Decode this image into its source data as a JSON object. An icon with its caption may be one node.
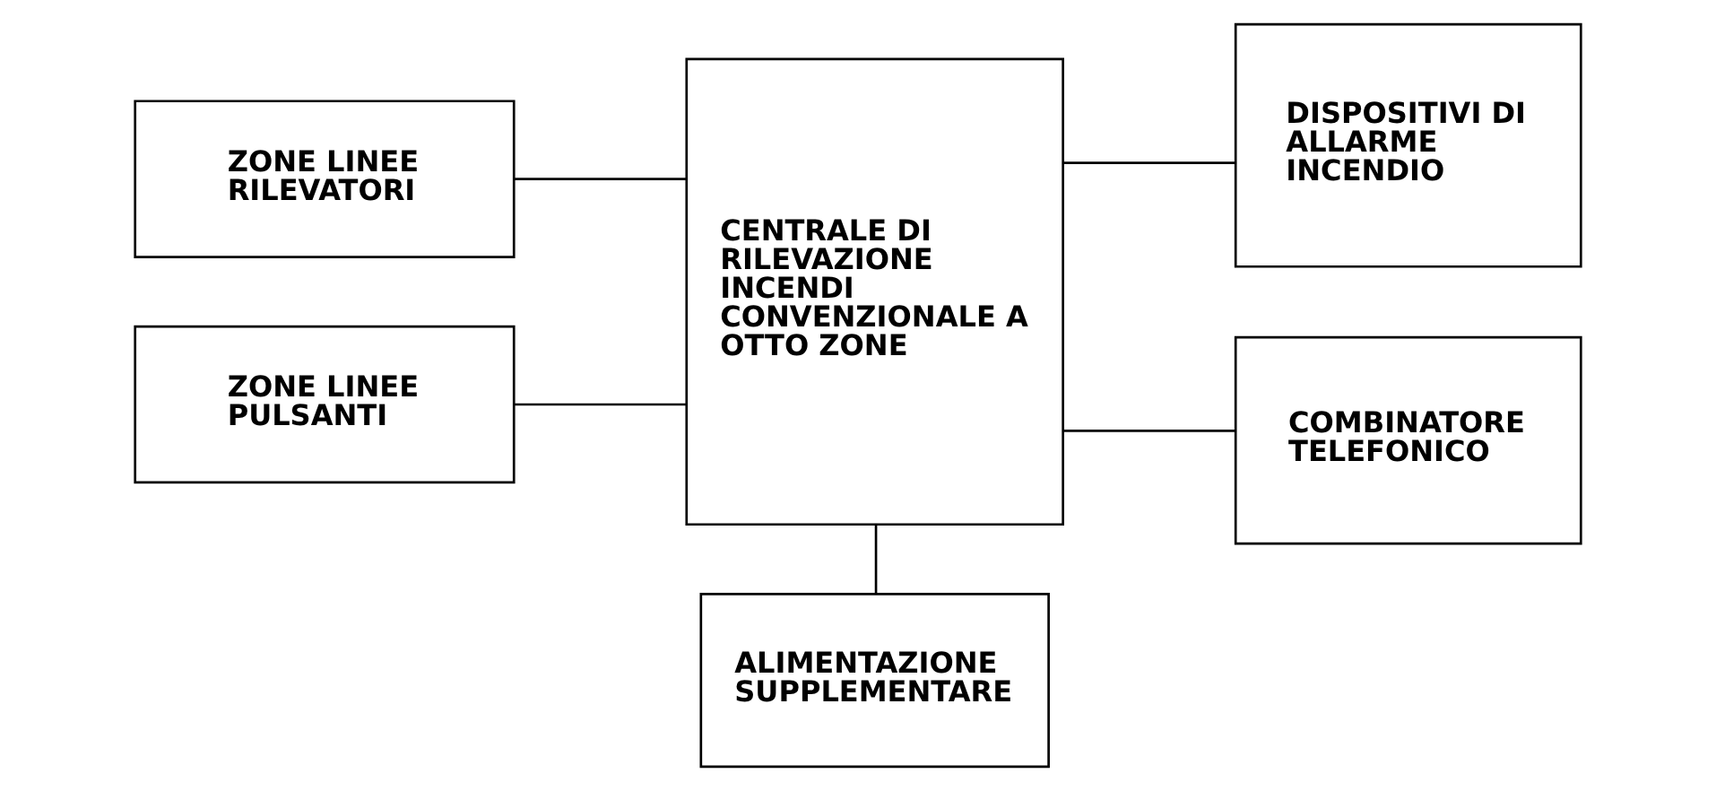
{
  "diagram": {
    "nodes": [
      {
        "text": [
          "ZONE LINEE RILEVATORI"
        ]
      },
      {
        "text": [
          "ZONE LINEE PULSANTI"
        ]
      },
      {
        "text": [
          "CENTRALE DI RILEVAZIONE INCENDI CONVENZIONALE A OTTO ZONE"
        ]
      },
      {
        "text": [
          "DISPOSITIVI DI ALLARME INCENDIO"
        ]
      },
      {
        "text": [
          "COMBINATORE TELEFONICO"
        ]
      },
      {
        "text": [
          "ALIMENTAZIONE SUPPLEMENTARE"
        ]
      }
    ],
    "edges": [
      {
        "from": 0,
        "to": 2,
        "arrow": "none"
      },
      {
        "from": 1,
        "to": 2,
        "arrow": "none"
      },
      {
        "from": 2,
        "to": 3,
        "arrow": "none"
      },
      {
        "from": 2,
        "to": 4,
        "arrow": "none"
      },
      {
        "from": 2,
        "to": 5,
        "arrow": "none"
      }
    ]
  }
}
